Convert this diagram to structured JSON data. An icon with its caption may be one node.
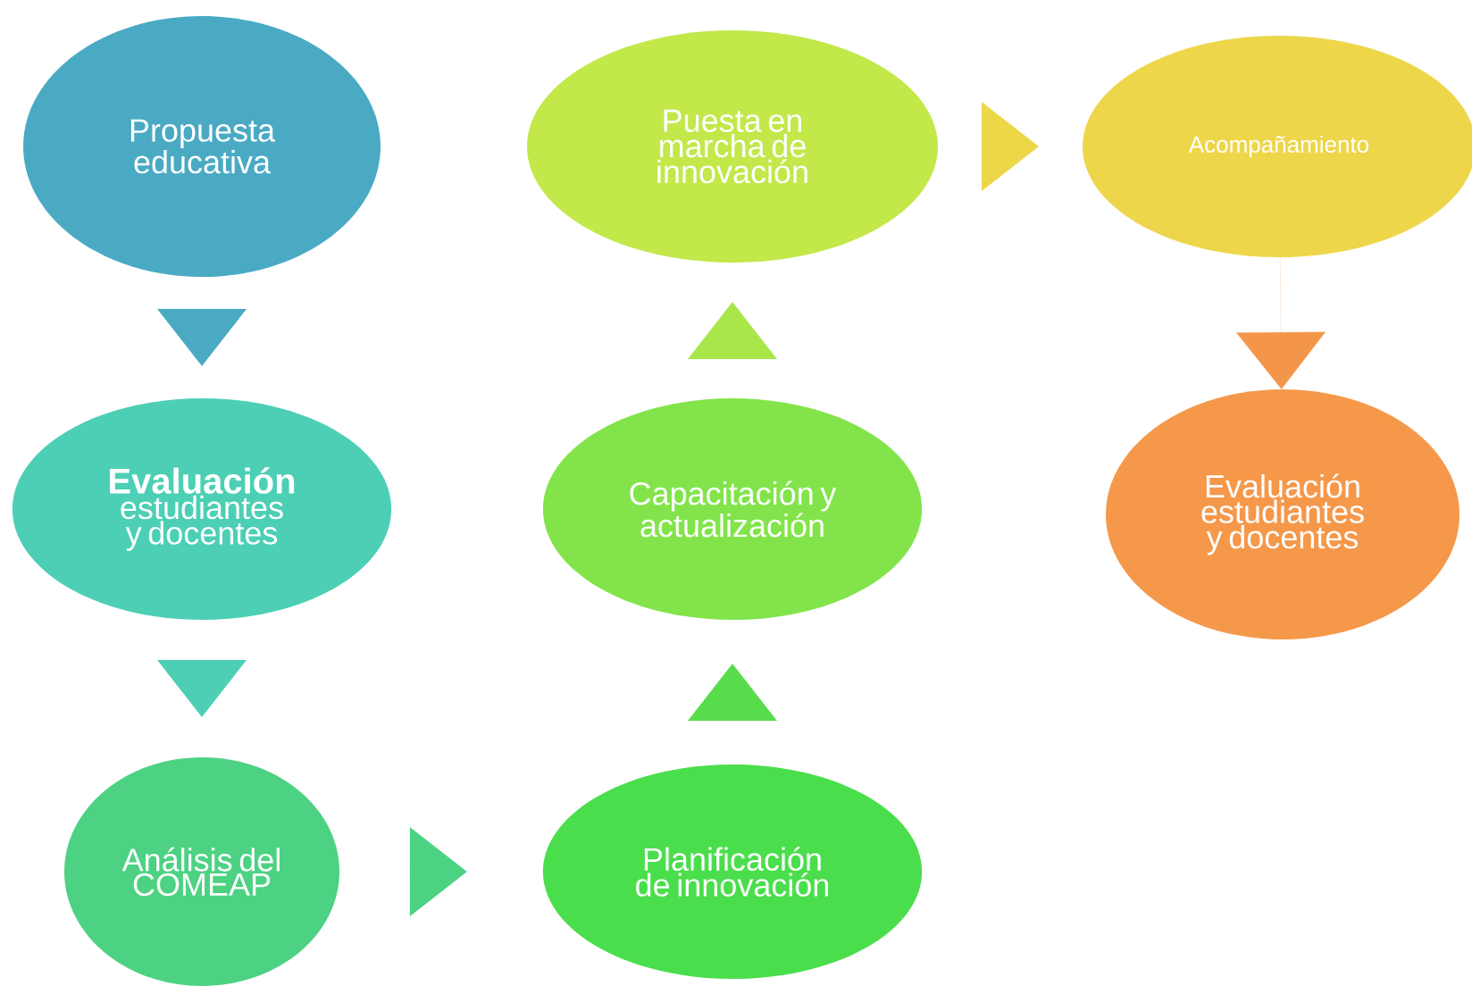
{
  "diagram": {
    "nodes": [
      {
        "text": [
          "Propuesta educativa"
        ]
      },
      {
        "text": [
          "Evaluación",
          "estudiantes y docentes"
        ]
      },
      {
        "text": [
          "Análisis del COMEAP"
        ]
      },
      {
        "text": [
          "Planificación de innovación"
        ]
      },
      {
        "text": [
          "Capacitación y actualización"
        ]
      },
      {
        "text": [
          "Puesta en marcha de innovación"
        ]
      },
      {
        "text": [
          "Acompañamiento"
        ]
      },
      {
        "text": [
          "Evaluación estudiantes y docentes"
        ]
      }
    ],
    "edges": [
      {
        "from": 0,
        "to": 1,
        "arrow": "to",
        "color": "#4aaac4"
      },
      {
        "from": 1,
        "to": 2,
        "arrow": "to",
        "color": "#4ccfb5"
      },
      {
        "from": 2,
        "to": 3,
        "arrow": "to",
        "color": "#4cd282"
      },
      {
        "from": 3,
        "to": 4,
        "arrow": "to",
        "color": "#58dc4c"
      },
      {
        "from": 4,
        "to": 5,
        "arrow": "to",
        "color": "#a8e64a"
      },
      {
        "from": 5,
        "to": 6,
        "arrow": "to",
        "color": "#ecd846"
      },
      {
        "from": 6,
        "to": 7,
        "arrow": "to",
        "color": "#f4964a"
      }
    ]
  }
}
